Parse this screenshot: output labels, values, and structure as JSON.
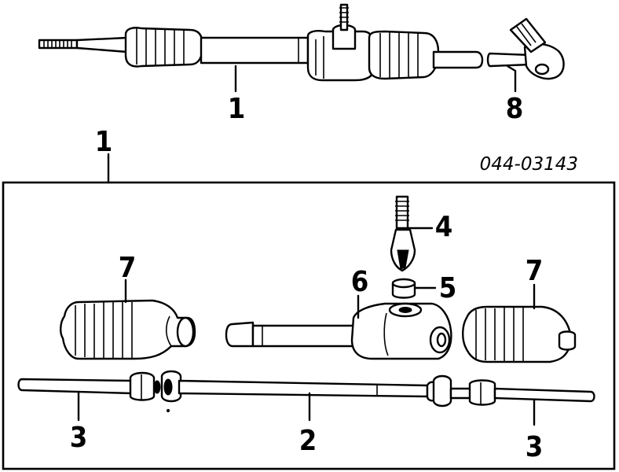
{
  "reference_code": "044-03143",
  "callouts": {
    "assembly_top": "1",
    "assembly_bracket": "1",
    "tie_rod_end": "8",
    "tie_rod_center": "2",
    "tie_rod_left": "3",
    "tie_rod_right": "3",
    "pinion_shaft": "4",
    "pinion_seal": "5",
    "rack_housing": "6",
    "boot_left": "7",
    "boot_right": "7"
  }
}
